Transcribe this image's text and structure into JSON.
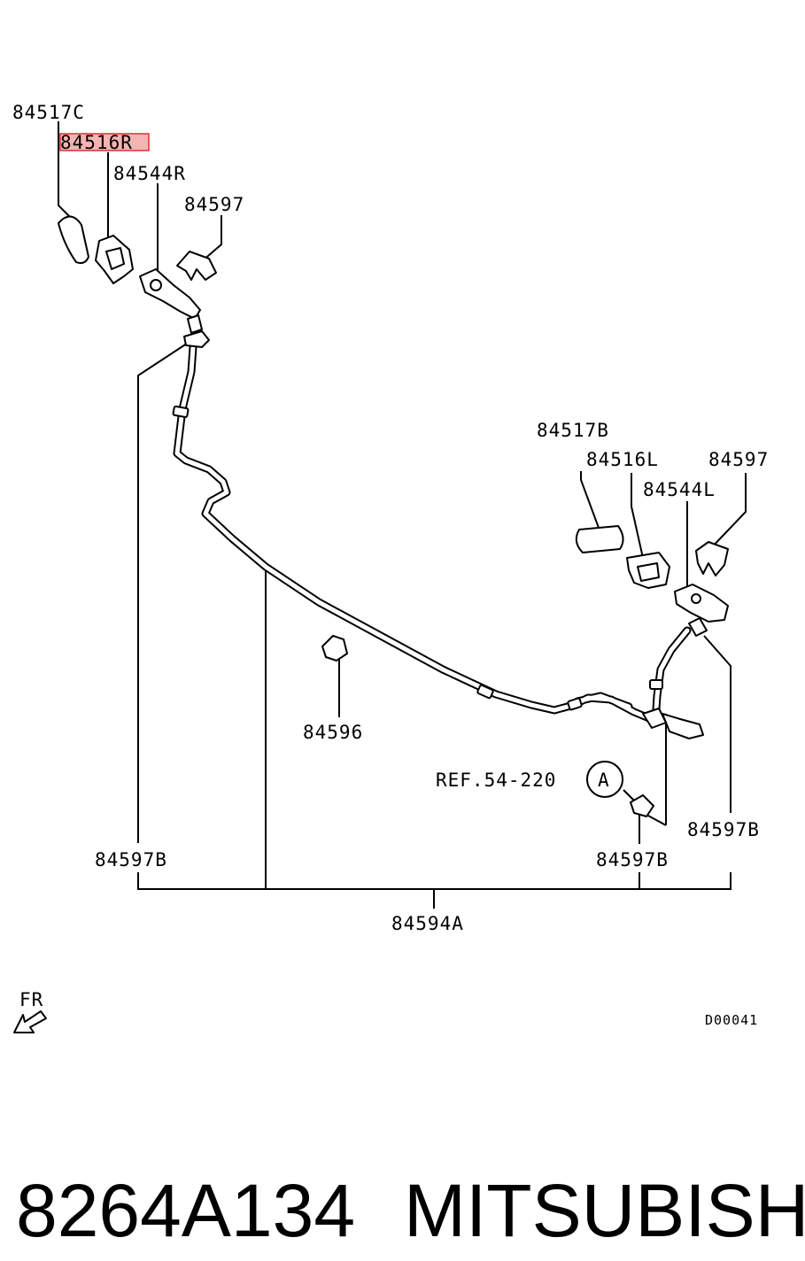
{
  "labels": {
    "p84517C": "84517C",
    "p84516R": "84516R",
    "p84544R": "84544R",
    "p84597_top": "84597",
    "p84517B": "84517B",
    "p84516L": "84516L",
    "p84544L": "84544L",
    "p84597_right": "84597",
    "p84596": "84596",
    "ref": "REF.54-220",
    "ref_circle": "A",
    "p84597B_right": "84597B",
    "p84597B_left": "84597B",
    "p84597B_mid": "84597B",
    "p84594A": "84594A",
    "fr": "FR",
    "drawing_code": "D00041"
  },
  "footer": {
    "part_number": "8264A134",
    "brand": "MITSUBISHI"
  },
  "highlight_color": "#e03030"
}
